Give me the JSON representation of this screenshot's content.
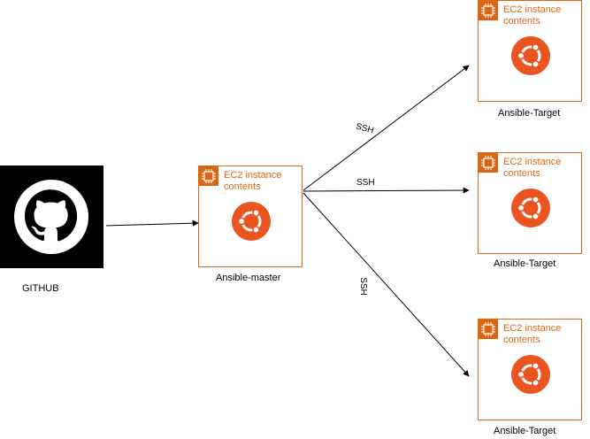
{
  "github": {
    "label": "GITHUB"
  },
  "master": {
    "title": "EC2 instance contents",
    "label": "Ansible-master"
  },
  "targets": [
    {
      "title": "EC2 instance contents",
      "label": "Ansible-Target"
    },
    {
      "title": "EC2 instance contents",
      "label": "Ansible-Target"
    },
    {
      "title": "EC2 instance contents",
      "label": "Ansible-Target"
    }
  ],
  "connections": [
    {
      "label": "SSH"
    },
    {
      "label": "SSH"
    },
    {
      "label": "SSH"
    }
  ],
  "colors": {
    "ec2_orange": "#d86613",
    "ubuntu_orange": "#e95420",
    "github_black": "#000000"
  },
  "icons": [
    "github-icon",
    "chip-icon",
    "ubuntu-icon"
  ]
}
